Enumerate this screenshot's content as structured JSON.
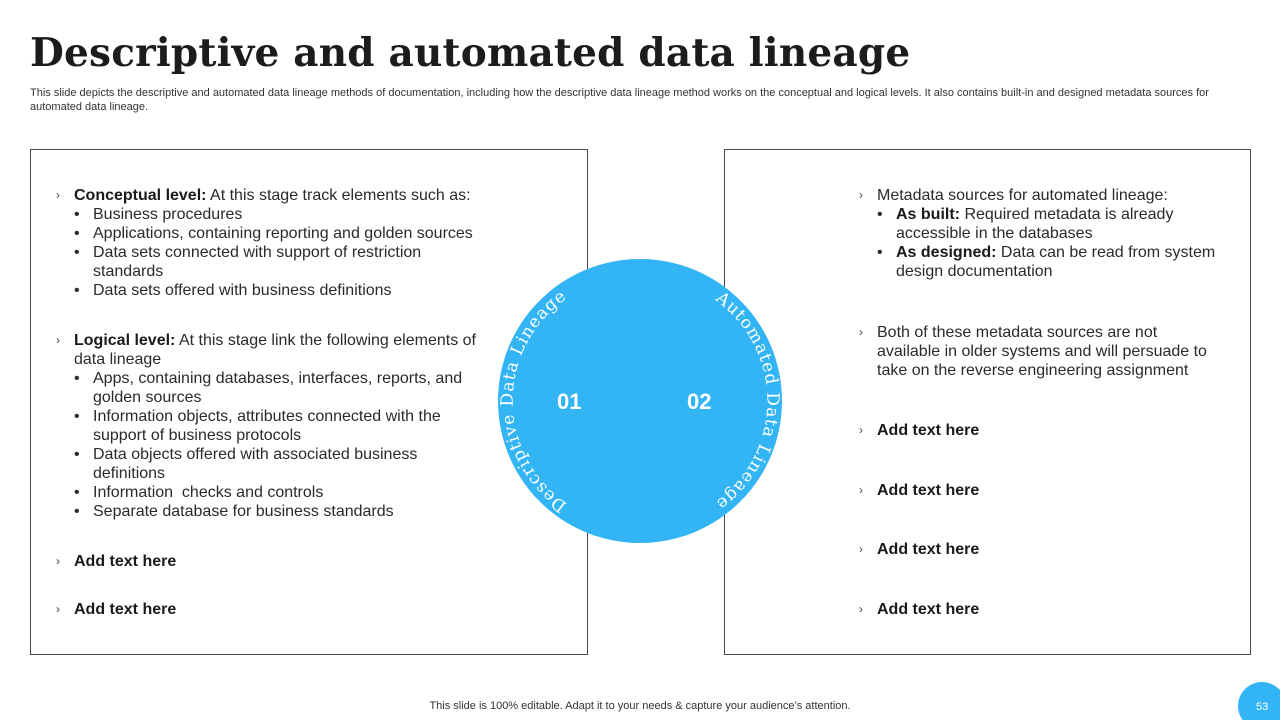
{
  "title": "Descriptive and automated data lineage",
  "subtitle": "This slide depicts the descriptive and automated data lineage methods of documentation, including how the descriptive data lineage method works on the conceptual and logical levels. It also contains built-in and designed metadata sources for automated data lineage.",
  "left": {
    "conceptual": {
      "label": "Conceptual level:",
      "text": " At this stage track elements such as:",
      "items": [
        "Business procedures",
        "Applications, containing reporting and golden sources",
        "Data sets connected with support of restriction standards",
        "Data sets offered with business definitions"
      ]
    },
    "logical": {
      "label": "Logical level:",
      "text": " At this stage link the following elements of data lineage",
      "items": [
        "Apps, containing databases, interfaces, reports, and golden sources",
        "Information objects, attributes connected with the support of business protocols",
        "Data objects offered with associated business definitions",
        "Information  checks and controls",
        "Separate database for business standards"
      ]
    },
    "add1": "Add text here",
    "add2": "Add text here"
  },
  "right": {
    "metadata": {
      "text": "Metadata sources for automated lineage:",
      "built_label": "As built:",
      "built_text": " Required metadata is already accessible in the databases",
      "designed_label": "As designed:",
      "designed_text": " Data can be read from system design documentation"
    },
    "both": "Both of these metadata sources are not available in older systems and will persuade to take on the reverse engineering assignment",
    "add1": "Add text here",
    "add2": "Add text here",
    "add3": "Add text here",
    "add4": "Add text here"
  },
  "circle": {
    "left_label": "Descriptive Data Lineage",
    "right_label": "Automated Data Lineage",
    "num1": "01",
    "num2": "02",
    "color": "#33b5f5"
  },
  "footer": "This slide is 100% editable. Adapt it to your needs & capture your audience’s attention.",
  "page_number": "53",
  "icons": {
    "bullet_arrow": "chevron-right-icon",
    "sub_bullet": "dot-icon"
  }
}
